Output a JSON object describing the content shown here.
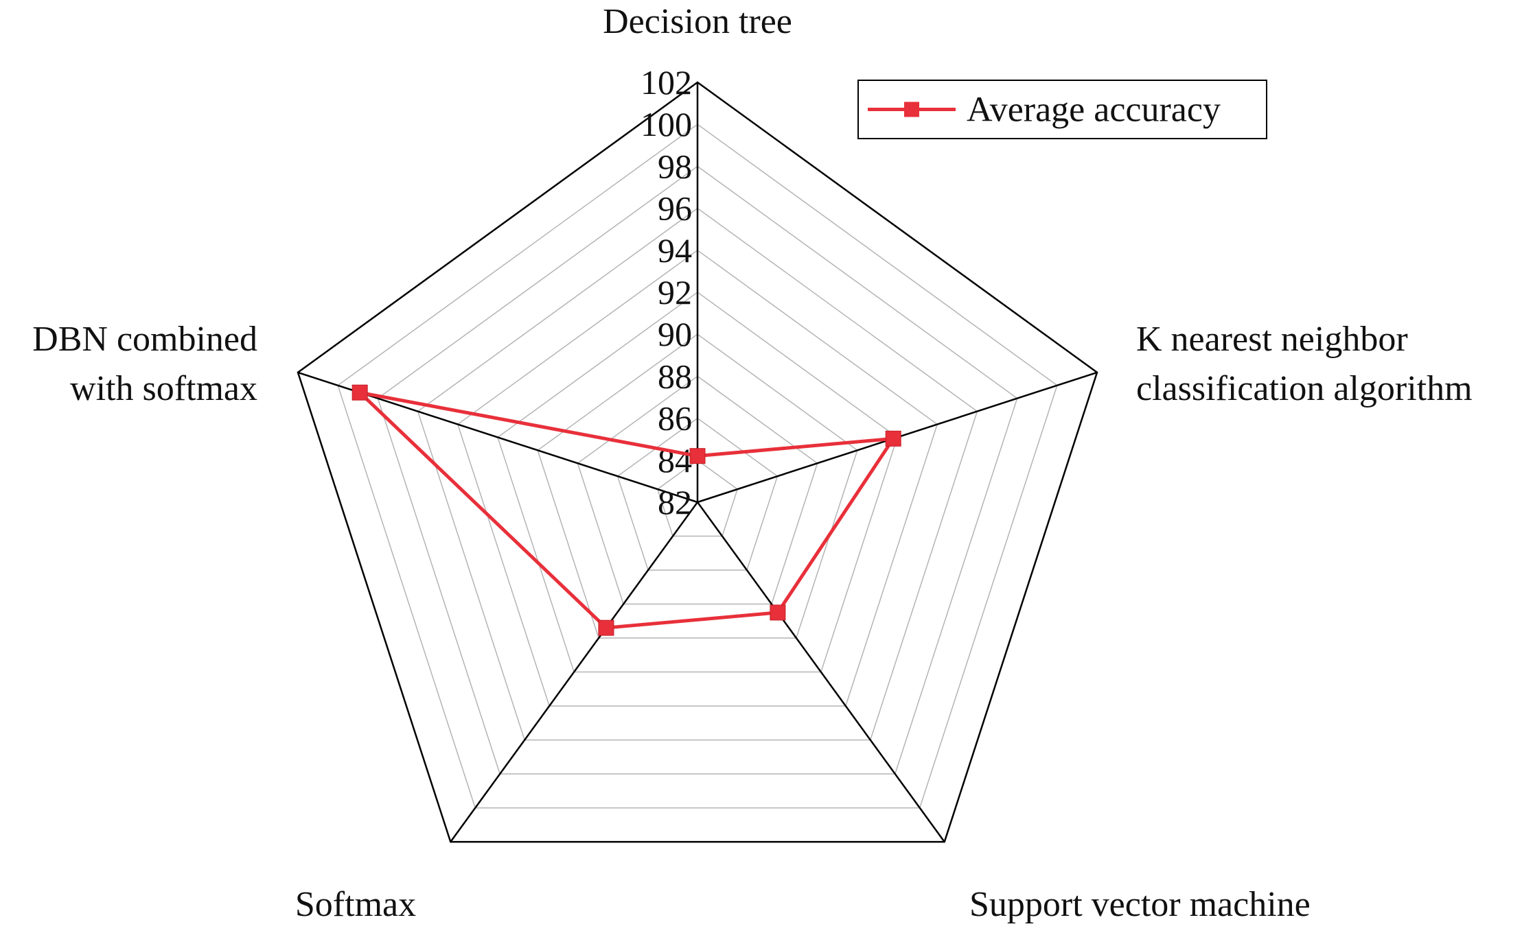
{
  "chart_data": {
    "type": "radar",
    "categories": [
      [
        "Decision tree"
      ],
      [
        "K nearest neighbor",
        "classification algorithm"
      ],
      [
        "Support vector machine"
      ],
      [
        "Softmax"
      ],
      [
        "DBN combined",
        "with softmax"
      ]
    ],
    "series": [
      {
        "name": "Average accuracy",
        "values": [
          84.2,
          91.8,
          88.5,
          89.4,
          98.9
        ]
      }
    ],
    "rlim": [
      82,
      102
    ],
    "ticks": [
      82,
      84,
      86,
      88,
      90,
      92,
      94,
      96,
      98,
      100,
      102
    ],
    "grid": true,
    "legend_position": "top-right",
    "colors": {
      "series": "#e8303a",
      "axis": "#000000",
      "grid": "#b4b4b4"
    }
  }
}
